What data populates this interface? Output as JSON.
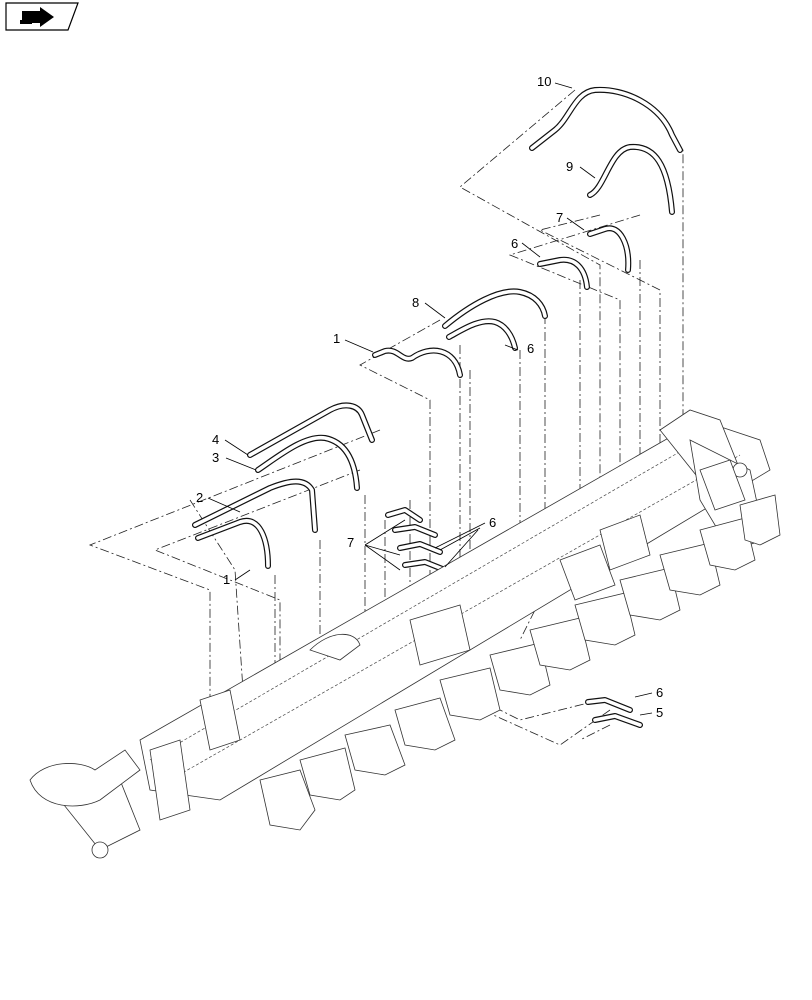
{
  "icon": {
    "name": "continuation-arrow-icon"
  },
  "callouts": {
    "c1a": "1",
    "c1b": "1",
    "c2": "2",
    "c3": "3",
    "c4": "4",
    "c5": "5",
    "c6a": "6",
    "c6b": "6",
    "c6c": "6",
    "c6d": "6",
    "c7a": "7",
    "c7b": "7",
    "c8": "8",
    "c9": "9",
    "c10": "10"
  }
}
